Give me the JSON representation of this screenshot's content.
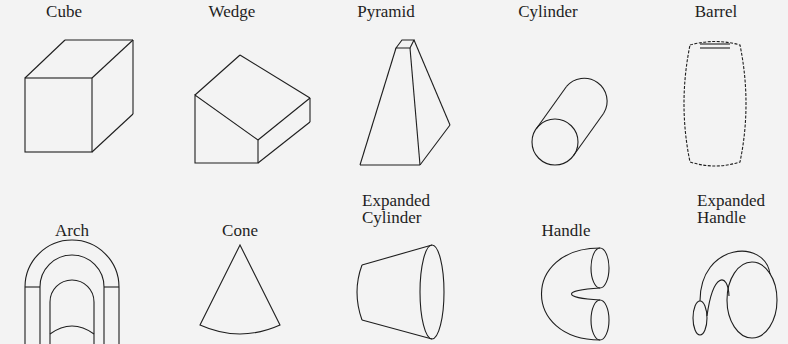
{
  "diagram": {
    "labels": [
      "Cube",
      "Wedge",
      "Pyramid",
      "Cylinder",
      "Barrel",
      "Arch",
      "Cone",
      "Expanded Cylinder",
      "Handle",
      "Expanded Handle"
    ]
  }
}
